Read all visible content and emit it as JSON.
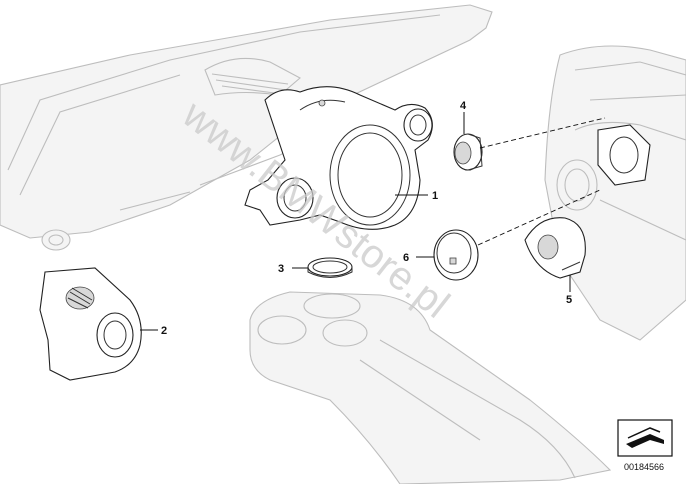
{
  "diagram": {
    "callouts": [
      {
        "label": "1"
      },
      {
        "label": "2"
      },
      {
        "label": "3"
      },
      {
        "label": "4"
      },
      {
        "label": "5"
      },
      {
        "label": "6"
      }
    ],
    "watermark": "www.BMWstore.pl",
    "document_number": "00184566",
    "icons": [
      "dashboard-icon",
      "instrument-cluster-housing-icon",
      "side-vent-trim-icon",
      "sealing-ring-icon",
      "switch-icon",
      "speaker-cover-icon",
      "blind-cover-icon",
      "center-console-icon",
      "door-panel-icon",
      "catalog-arrow-icon"
    ],
    "colors": {
      "line": "#222222",
      "ghost": "#bdbdbd",
      "watermark": "#c9c9c9"
    }
  }
}
